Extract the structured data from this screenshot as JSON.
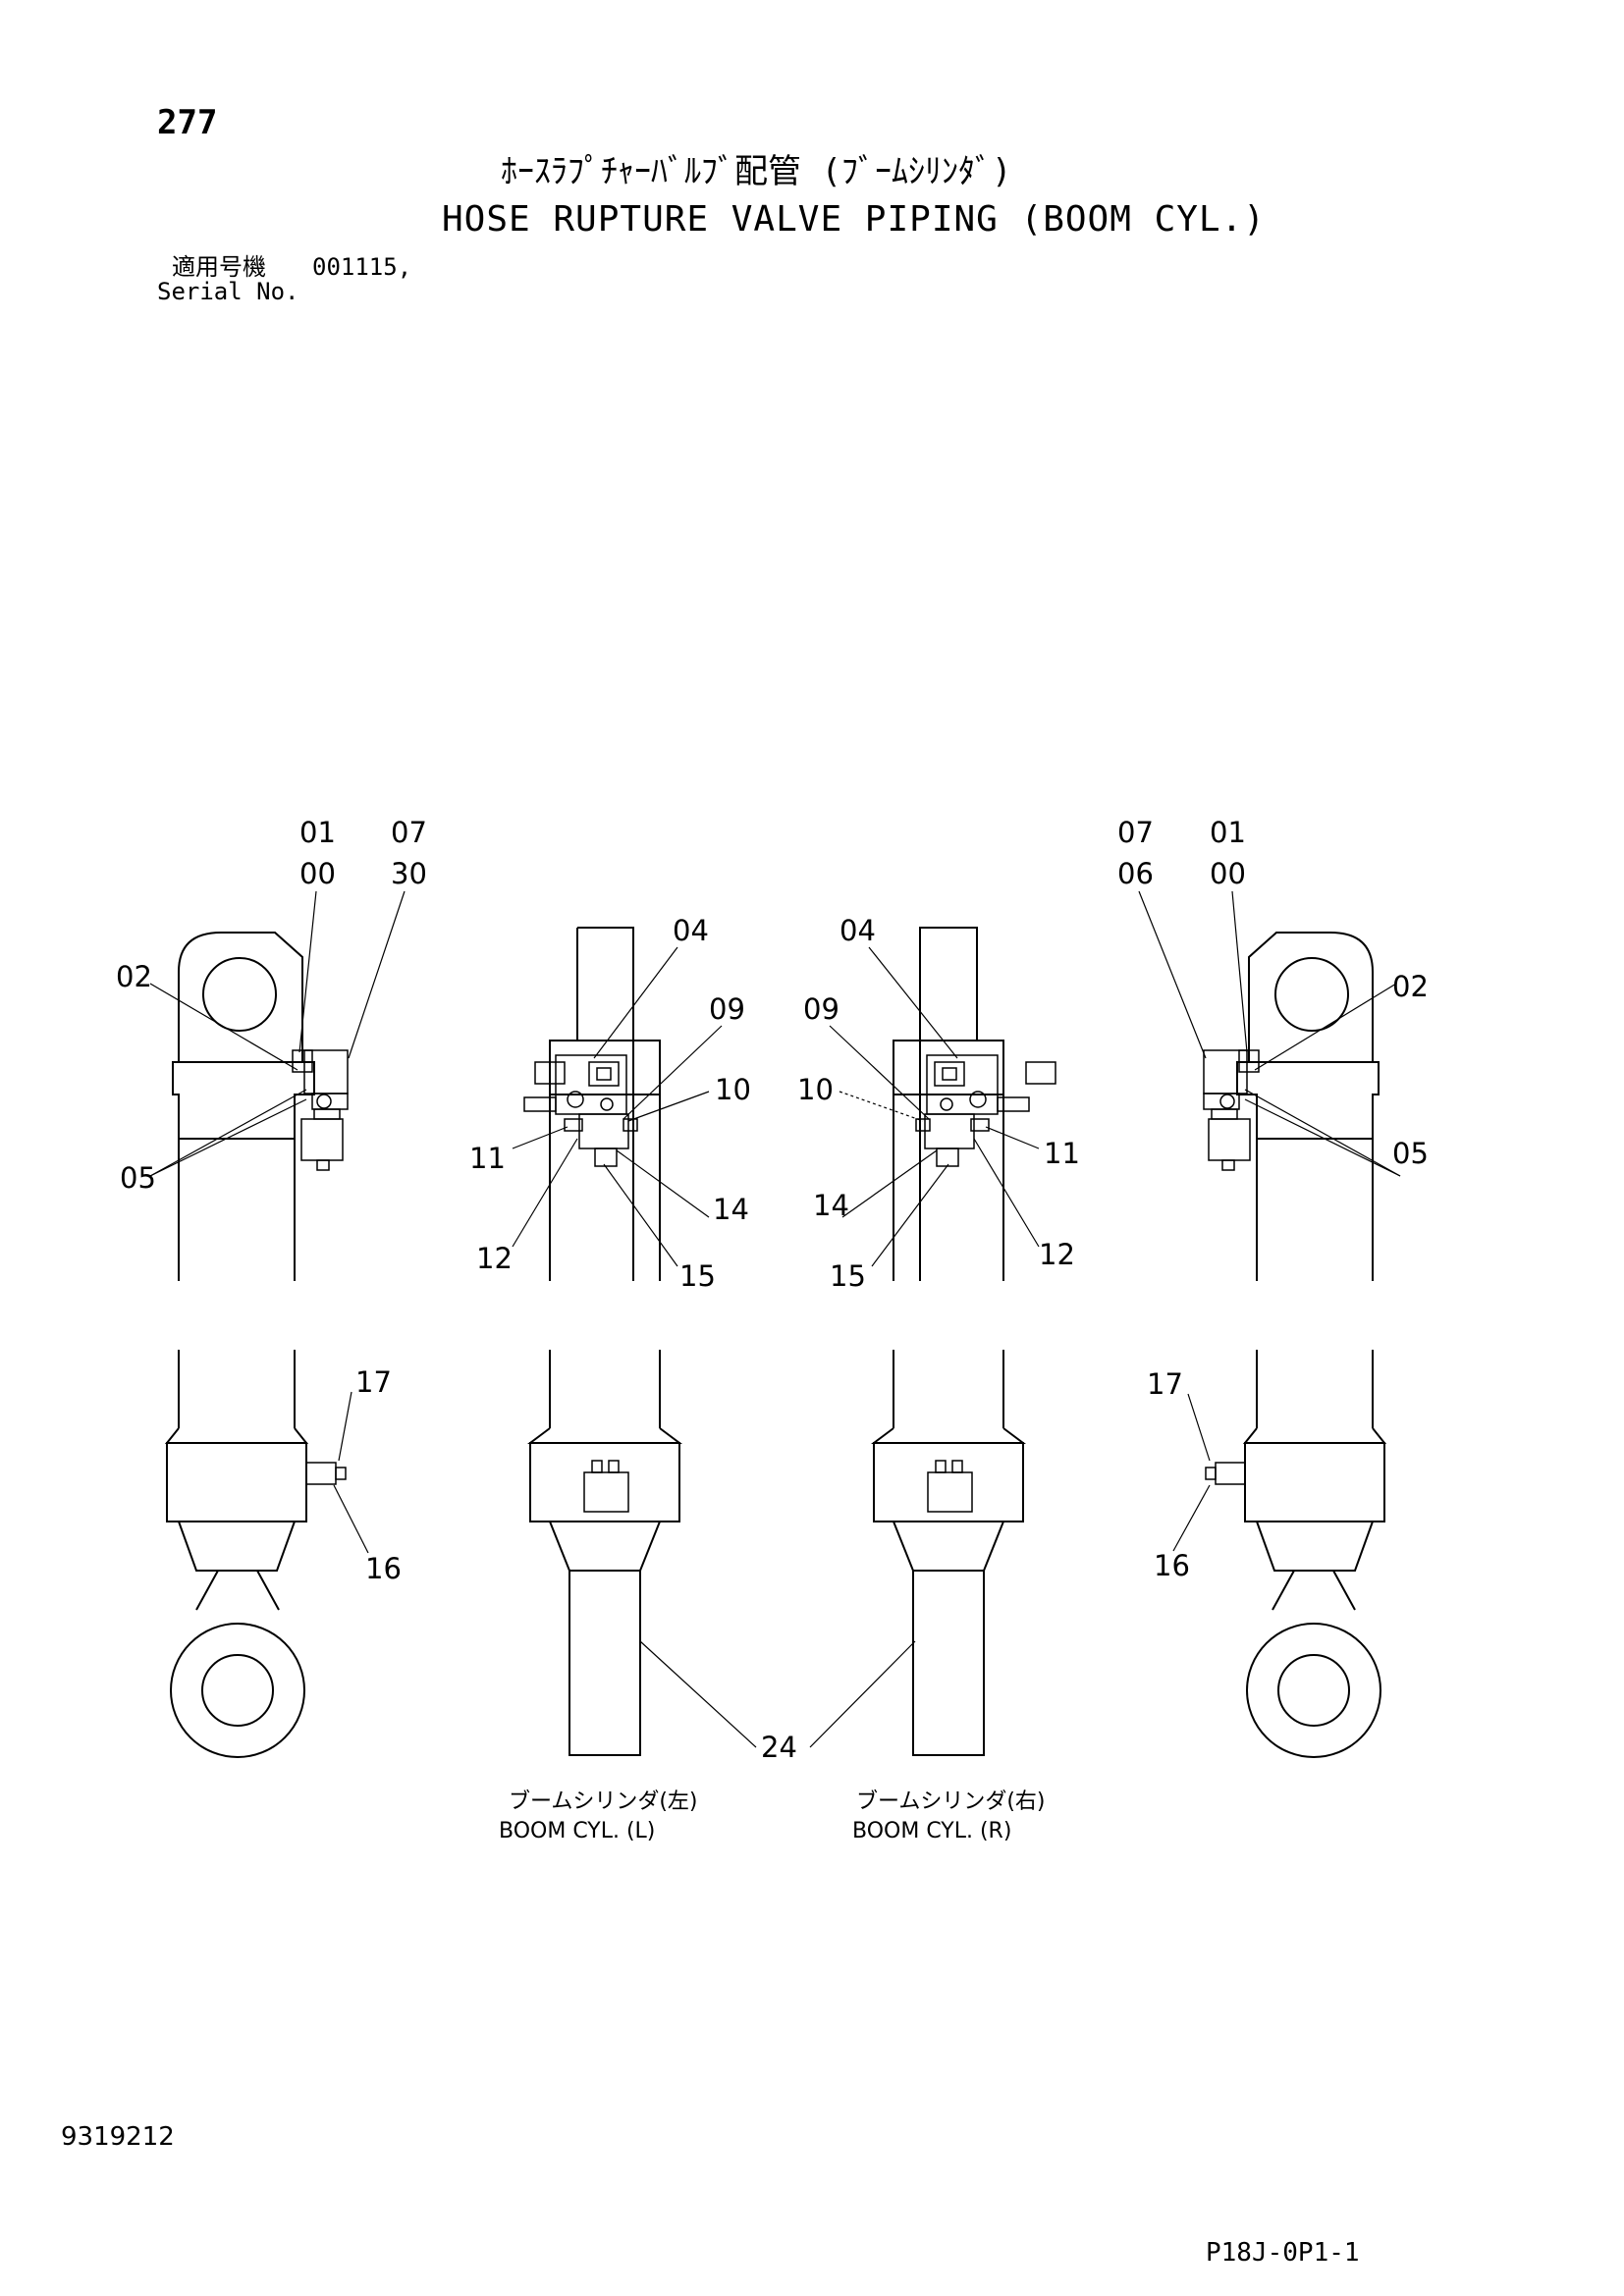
{
  "header": {
    "page_number": "277",
    "title_jp": "ﾎｰｽﾗﾌﾟﾁｬｰﾊﾞﾙﾌﾞ配管 (ﾌﾞｰﾑｼﾘﾝﾀﾞ)",
    "title_en": "HOSE RUPTURE VALVE PIPING (BOOM CYL.)",
    "serial_label_jp": "適用号機",
    "serial_value": "001115,",
    "serial_label_en": "Serial No."
  },
  "callouts": {
    "left_outer": {
      "c0100a": "01",
      "c0100b": "00",
      "c0730a": "07",
      "c0730b": "30",
      "c02": "02",
      "c05": "05",
      "c17": "17",
      "c16": "16"
    },
    "left_inner": {
      "c04": "04",
      "c09": "09",
      "c10": "10",
      "c11": "11",
      "c12": "12",
      "c14": "14",
      "c15": "15"
    },
    "right_inner": {
      "c04": "04",
      "c09": "09",
      "c10": "10",
      "c11": "11",
      "c12": "12",
      "c14": "14",
      "c15": "15"
    },
    "right_outer": {
      "c0706a": "07",
      "c0706b": "06",
      "c0100a": "01",
      "c0100b": "00",
      "c02": "02",
      "c05": "05",
      "c17": "17",
      "c16": "16"
    },
    "shared": {
      "c24": "24"
    }
  },
  "captions": {
    "left_jp": "ブームシリンダ(左)",
    "left_en": "BOOM  CYL. (L)",
    "right_jp": "ブームシリンダ(右)",
    "right_en": "BOOM  CYL. (R)"
  },
  "footer": {
    "doc_number": "9319212",
    "page_code": "P18J-0P1-1"
  }
}
